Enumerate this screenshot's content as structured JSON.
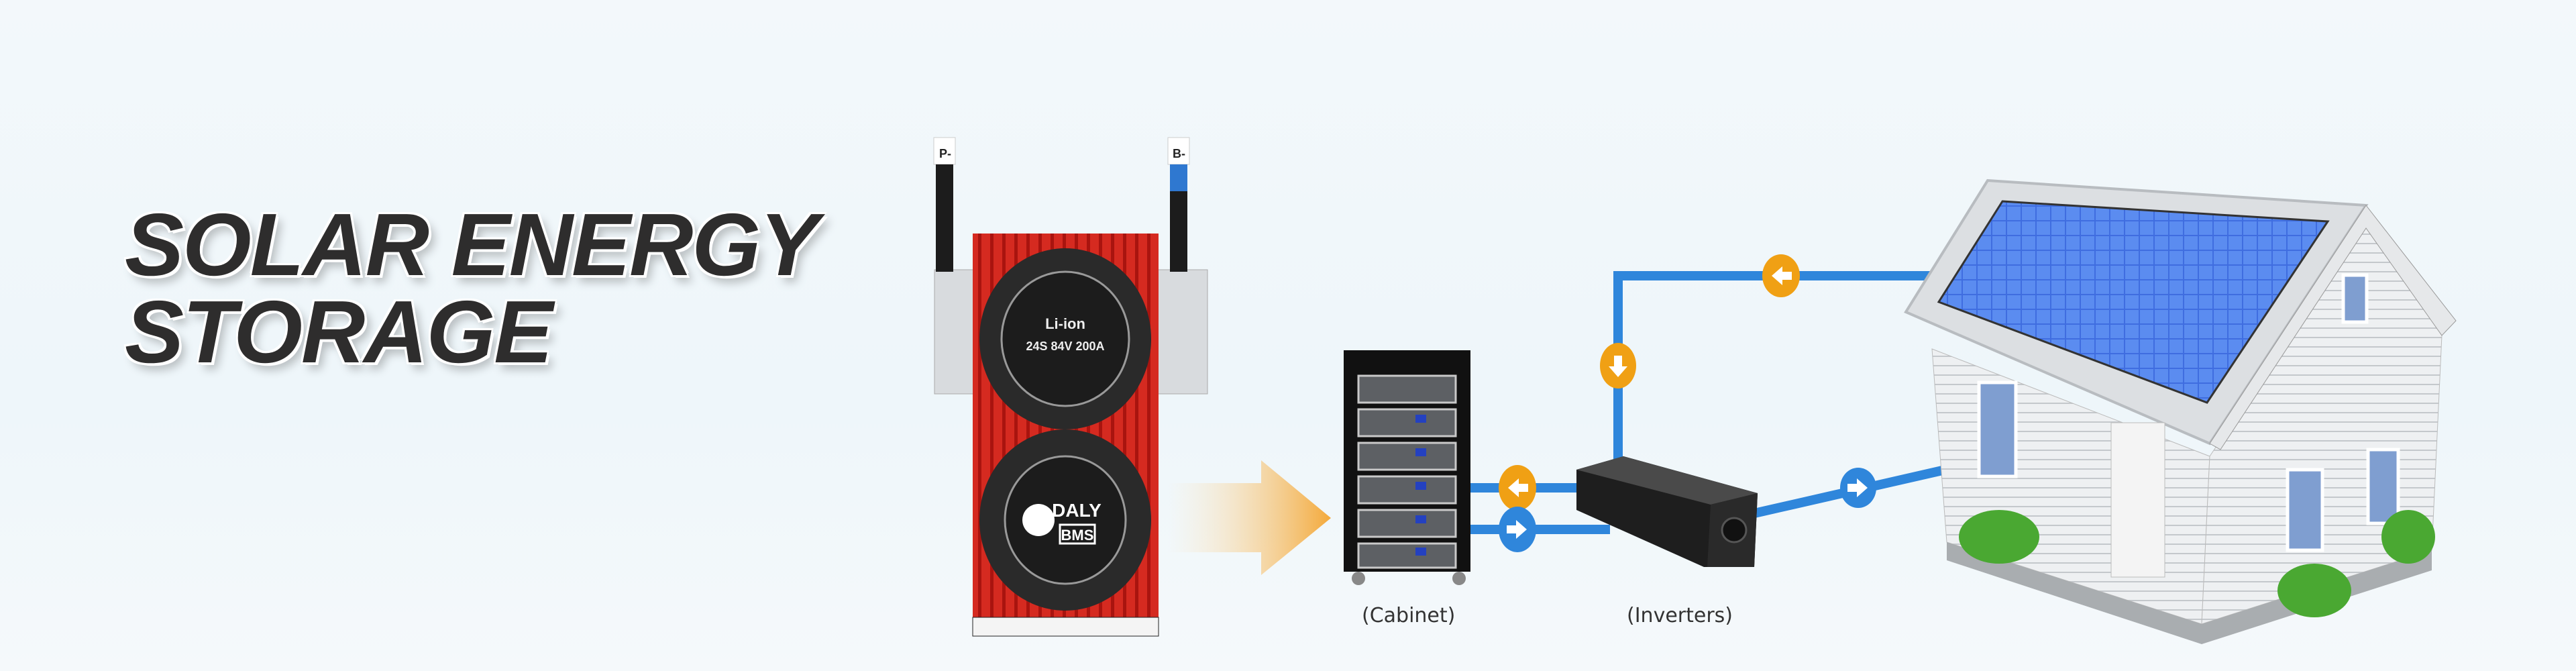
{
  "title": {
    "line1": "SOLAR ENERGY",
    "line2": "STORAGE"
  },
  "bms": {
    "terminal_left": "P-",
    "terminal_right": "B-",
    "spec_line1": "Li-ion",
    "spec_line2": "24S 84V 200A",
    "logo_brand": "DALY",
    "logo_product": "BMS"
  },
  "labels": {
    "cabinet": "(Cabinet)",
    "inverters": "(Inverters)"
  },
  "colors": {
    "wire": "#2f86db",
    "arrow_orange": "#f0a014",
    "bms_red": "#d8271f"
  }
}
